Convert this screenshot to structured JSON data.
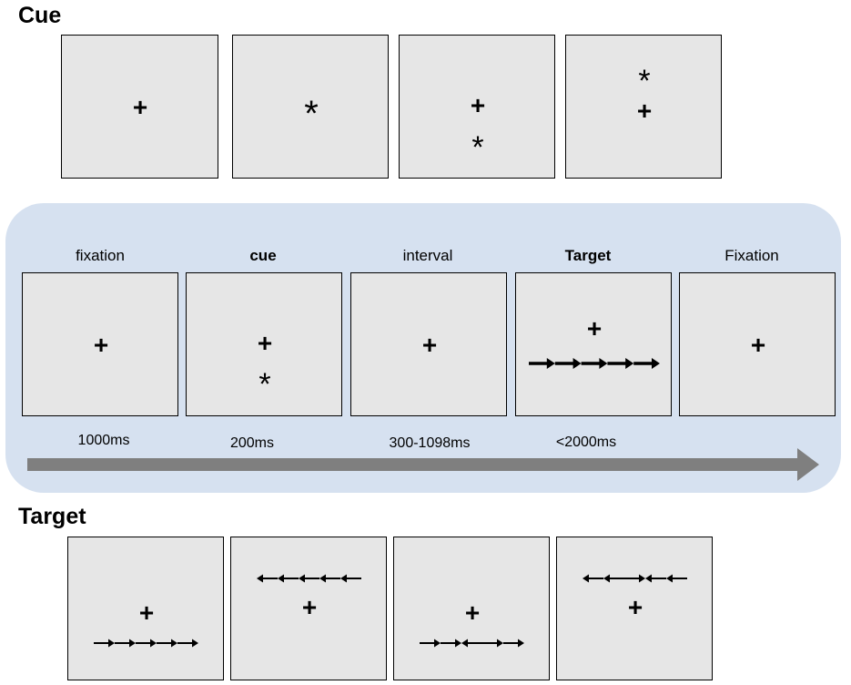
{
  "cue_section": {
    "title": "Cue",
    "frames": [
      {
        "name": "no-cue",
        "symbols": [
          "+"
        ]
      },
      {
        "name": "center-cue",
        "symbols": [
          "*"
        ]
      },
      {
        "name": "lower-spatial-cue",
        "symbols": [
          "+",
          "*"
        ]
      },
      {
        "name": "upper-spatial-cue",
        "symbols": [
          "*",
          "+"
        ]
      }
    ]
  },
  "trial_sequence": {
    "stages": [
      {
        "label": "fixation",
        "bold": false,
        "duration": "1000ms",
        "symbols": [
          "+"
        ]
      },
      {
        "label": "cue",
        "bold": true,
        "duration": "200ms",
        "symbols": [
          "+",
          "*"
        ]
      },
      {
        "label": "interval",
        "bold": false,
        "duration": "300-1098ms",
        "symbols": [
          "+"
        ]
      },
      {
        "label": "Target",
        "bold": true,
        "duration": "<2000ms",
        "symbols": [
          "+"
        ],
        "arrows": [
          "right",
          "right",
          "right",
          "right",
          "right"
        ]
      },
      {
        "label": "Fixation",
        "bold": false,
        "duration": "",
        "symbols": [
          "+"
        ]
      }
    ],
    "time_arrow_color": "#7f7f7f",
    "panel_color": "#d6e1f0"
  },
  "target_section": {
    "title": "Target",
    "frames": [
      {
        "name": "congruent-lower",
        "arrows": [
          "right",
          "right",
          "right",
          "right",
          "right"
        ],
        "position": "below"
      },
      {
        "name": "congruent-upper",
        "arrows": [
          "left",
          "left",
          "left",
          "left",
          "left"
        ],
        "position": "above"
      },
      {
        "name": "incongruent-lower",
        "arrows": [
          "right",
          "right",
          "left",
          "right",
          "right"
        ],
        "position": "below"
      },
      {
        "name": "incongruent-upper",
        "arrows": [
          "left",
          "left",
          "right",
          "left",
          "left"
        ],
        "position": "above"
      }
    ]
  },
  "colors": {
    "frame_fill": "#e6e6e6",
    "frame_border": "#000000",
    "background": "#ffffff"
  }
}
